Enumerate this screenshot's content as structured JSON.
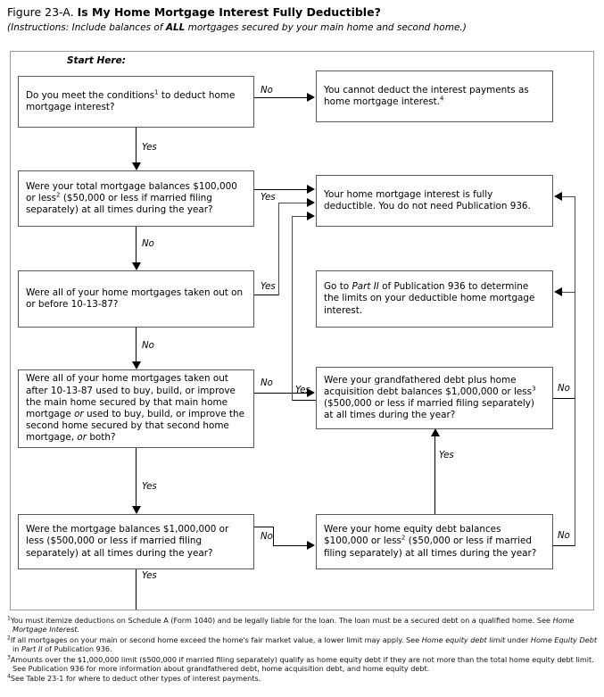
{
  "header": {
    "figure_number": "Figure 23-A.",
    "title": "Is My Home Mortgage Interest Fully Deductible?",
    "instructions_prefix": "(Instructions: Include balances of ",
    "instructions_bold": "ALL",
    "instructions_suffix": " mortgages secured by your main home and second home.)"
  },
  "start_label": "Start Here:",
  "boxes": {
    "q1": "Do you meet the conditions¹ to deduct home mortgage interest?",
    "out_cannot_deduct": "You cannot deduct the interest payments as home mortgage interest.⁴",
    "q2": "Were your total mortgage balances $100,000 or less² ($50,000 or less if married filing separately) at all times during the year?",
    "out_fully_deductible": "Your home mortgage interest is fully deductible. You do not need Publication 936.",
    "q3": "Were all of your home mortgages taken out on or before 10-13-87?",
    "out_part_ii": "Go to Part II of Publication 936 to determine the limits on your deductible home mortgage interest.",
    "q4": "Were all of your home mortgages taken out after 10-13-87 used to buy, build, or improve the main home secured by that main home mortgage or used to buy, build, or improve the second home secured by that second home mortgage, or both?",
    "q5": "Were your grandfathered debt plus home acquisition debt balances $1,000,000 or less³ ($500,000 or less if married filing separately) at all times during the year?",
    "q6": "Were the mortgage balances $1,000,000 or less ($500,000 or less if married filing separately) at all times during the year?",
    "q7": "Were your home equity debt balances $100,000 or less² ($50,000 or less if married filing separately) at all times during the year?"
  },
  "edge_labels": {
    "q1_no": "No",
    "q1_yes": "Yes",
    "q2_yes": "Yes",
    "q2_no": "No",
    "q3_yes": "Yes",
    "q3_no": "No",
    "q4_no": "No",
    "q4_yes": "Yes",
    "q5_yes": "Yes",
    "q5_no": "No",
    "q6_no": "No",
    "q6_yes": "Yes",
    "q7_no": "No"
  },
  "footnotes": [
    "¹You must itemize deductions on Schedule A (Form 1040) and be legally liable for the loan. The loan must be a secured debt on a qualified home. See Home Mortgage Interest.",
    "²If all mortgages on your main or second home exceed the home's fair market value, a lower limit may apply. See Home equity debt limit under Home Equity Debt in Part II of Publication 936.",
    "³Amounts over the $1,000,000 limit ($500,000 if married filing separately) qualify as home equity debt if they are not more than the total home equity debt limit. See Publication 936 for more information about grandfathered debt, home acquisition debt, and home equity debt.",
    "⁴See Table 23-1 for where to deduct other types of interest payments."
  ],
  "chart_data": {
    "type": "flowchart",
    "title": "Is My Home Mortgage Interest Fully Deductible?",
    "nodes": [
      {
        "id": "q1",
        "kind": "decision",
        "text": "Do you meet the conditions to deduct home mortgage interest?"
      },
      {
        "id": "out_cannot_deduct",
        "kind": "terminal",
        "text": "You cannot deduct the interest payments as home mortgage interest."
      },
      {
        "id": "q2",
        "kind": "decision",
        "text": "Were your total mortgage balances $100,000 or less ($50,000 or less if married filing separately) at all times during the year?"
      },
      {
        "id": "out_fully_deductible",
        "kind": "terminal",
        "text": "Your home mortgage interest is fully deductible. You do not need Publication 936."
      },
      {
        "id": "q3",
        "kind": "decision",
        "text": "Were all of your home mortgages taken out on or before 10-13-87?"
      },
      {
        "id": "out_part_ii",
        "kind": "terminal",
        "text": "Go to Part II of Publication 936 to determine the limits on your deductible home mortgage interest."
      },
      {
        "id": "q4",
        "kind": "decision",
        "text": "Were all of your home mortgages taken out after 10-13-87 used to buy, build, or improve the main home secured by that main home mortgage or used to buy, build, or improve the second home secured by that second home mortgage, or both?"
      },
      {
        "id": "q5",
        "kind": "decision",
        "text": "Were your grandfathered debt plus home acquisition debt balances $1,000,000 or less ($500,000 or less if married filing separately) at all times during the year?"
      },
      {
        "id": "q6",
        "kind": "decision",
        "text": "Were the mortgage balances $1,000,000 or less ($500,000 or less if married filing separately) at all times during the year?"
      },
      {
        "id": "q7",
        "kind": "decision",
        "text": "Were your home equity debt balances $100,000 or less ($50,000 or less if married filing separately) at all times during the year?"
      }
    ],
    "edges": [
      {
        "from": "q1",
        "to": "out_cannot_deduct",
        "label": "No"
      },
      {
        "from": "q1",
        "to": "q2",
        "label": "Yes"
      },
      {
        "from": "q2",
        "to": "out_fully_deductible",
        "label": "Yes"
      },
      {
        "from": "q2",
        "to": "q3",
        "label": "No"
      },
      {
        "from": "q3",
        "to": "out_fully_deductible",
        "label": "Yes"
      },
      {
        "from": "q3",
        "to": "q4",
        "label": "No"
      },
      {
        "from": "q4",
        "to": "q5",
        "label": "No"
      },
      {
        "from": "q4",
        "to": "q6",
        "label": "Yes"
      },
      {
        "from": "q5",
        "to": "out_fully_deductible",
        "label": "Yes"
      },
      {
        "from": "q5",
        "to": "out_part_ii",
        "label": "No"
      },
      {
        "from": "q6",
        "to": "q7",
        "label": "No"
      },
      {
        "from": "q7",
        "to": "out_fully_deductible",
        "label": "No"
      },
      {
        "from": "q7",
        "to": "q5",
        "label": "Yes"
      }
    ]
  }
}
